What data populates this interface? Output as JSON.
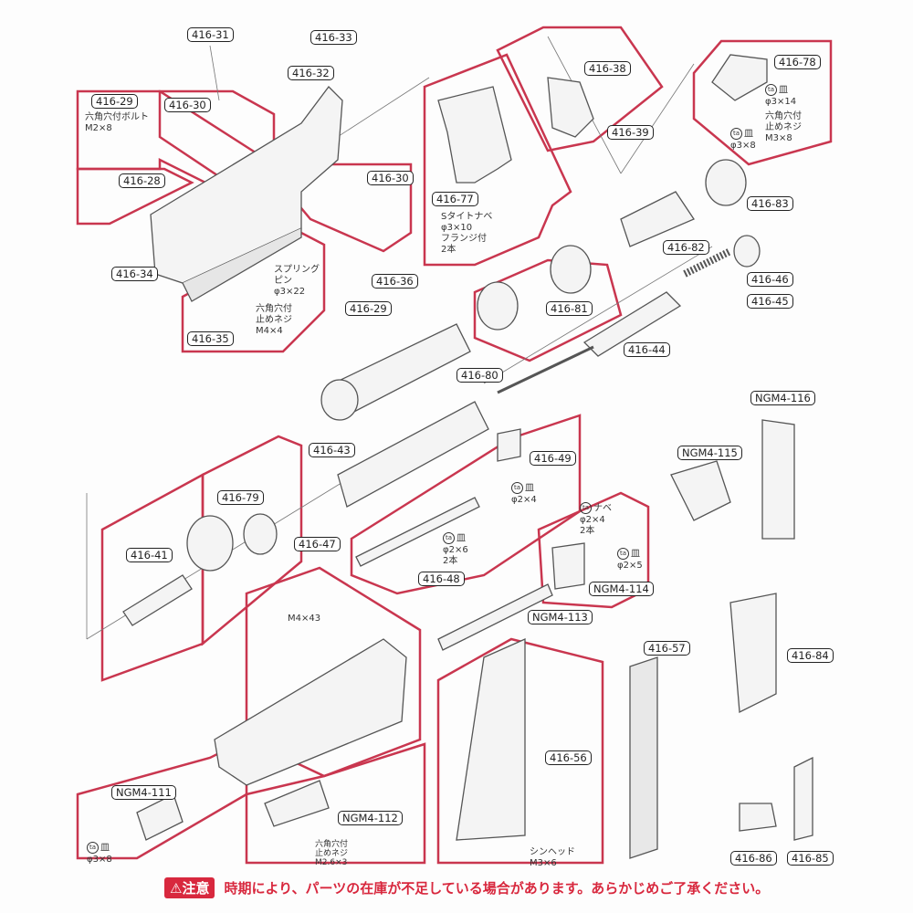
{
  "colors": {
    "frame": "#c9364f",
    "caution": "#d8283e",
    "part": "#555555"
  },
  "labels": {
    "p416_31": "416-31",
    "p416_33": "416-33",
    "p416_32": "416-32",
    "p416_29a": "416-29",
    "p416_30a": "416-30",
    "p416_28": "416-28",
    "p416_30b": "416-30",
    "p416_34": "416-34",
    "p416_36": "416-36",
    "p416_29b": "416-29",
    "p416_35": "416-35",
    "p416_77": "416-77",
    "p416_38": "416-38",
    "p416_39": "416-39",
    "p416_78": "416-78",
    "p416_83": "416-83",
    "p416_82": "416-82",
    "p416_46": "416-46",
    "p416_81": "416-81",
    "p416_45": "416-45",
    "p416_44": "416-44",
    "p416_80": "416-80",
    "ngm4_116": "NGM4-116",
    "p416_43": "416-43",
    "p416_49": "416-49",
    "ngm4_115": "NGM4-115",
    "p416_79": "416-79",
    "p416_47": "416-47",
    "p416_41": "416-41",
    "p416_48": "416-48",
    "ngm4_114": "NGM4-114",
    "ngm4_113": "NGM4-113",
    "p416_57": "416-57",
    "p416_84": "416-84",
    "p416_56": "416-56",
    "ngm4_111": "NGM4-111",
    "ngm4_112": "NGM4-112",
    "p416_86": "416-86",
    "p416_85": "416-85"
  },
  "notes": {
    "bolt_m2x8": "六角穴付ボルト\nM2×8",
    "spring_pin": "スプリング\nピン\nφ3×22",
    "set_screw_m4x4": "六角穴付\n止めネジ\nM4×4",
    "s_tight": "Sタイトナベ\nφ3×10\nフランジ付\n2本",
    "ta_icon": "ta",
    "flat_3x14_type": "皿",
    "flat_3x14_size": "φ3×14",
    "set_screw_m3x8": "六角穴付\n止めネジ\nM3×8",
    "flat_3x8a_type": "皿",
    "flat_3x8a_size": "φ3×8",
    "flat_2x4_type": "皿",
    "flat_2x4_size": "φ2×4",
    "flat_2x6_type": "皿",
    "flat_2x6_size": "φ2×6\n2本",
    "pan_2x4_type": "ナベ",
    "pan_2x4_size": "φ2×4\n2本",
    "flat_2x5_type": "皿",
    "flat_2x5_size": "φ2×5",
    "m4x43": "M4×43",
    "flat_3x8b_type": "皿",
    "flat_3x8b_size": "φ3×8",
    "set_screw_m26x3": "六角穴付\n止めネジ\nM2.6×3",
    "thin_head": "シンヘッド\nM3×6"
  },
  "caution": {
    "badge": "⚠注意",
    "message": "時期により、パーツの在庫が不足している場合があります。あらかじめご了承ください。"
  }
}
